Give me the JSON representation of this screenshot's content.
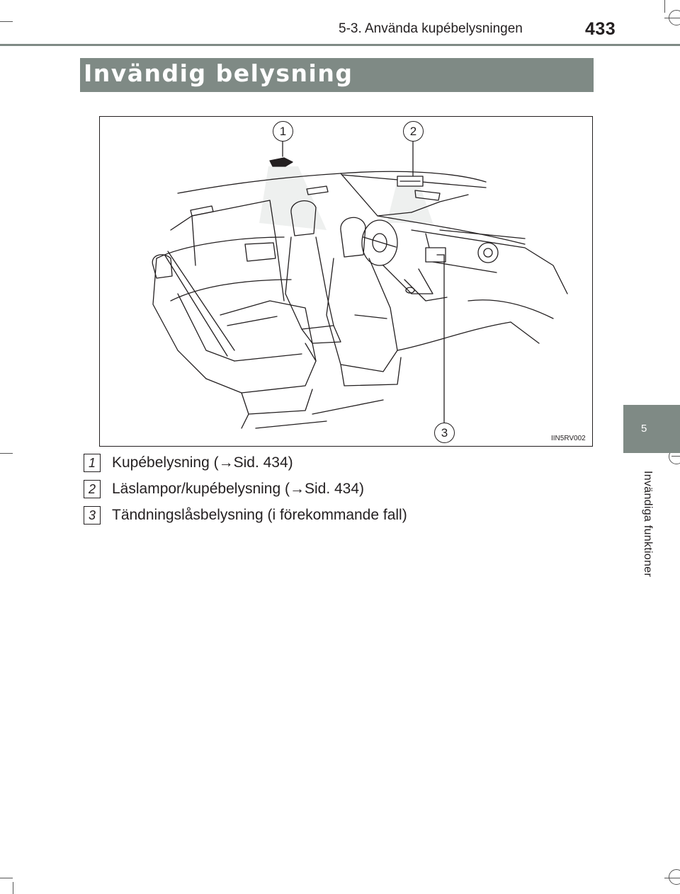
{
  "header": {
    "section_title": "5-3. Använda kupébelysningen",
    "page_number": "433"
  },
  "title": "Invändig belysning",
  "side_tab": {
    "chapter_number": "5",
    "chapter_label": "Invändiga funktioner"
  },
  "figure": {
    "code": "IIN5RV002",
    "callouts": [
      "1",
      "2",
      "3"
    ]
  },
  "legend": [
    {
      "number": "1",
      "text": "Kupébelysning (→Sid. 434)"
    },
    {
      "number": "2",
      "text": "Läslampor/kupébelysning (→Sid. 434)"
    },
    {
      "number": "3",
      "text": "Tändningslåsbelysning (i förekommande fall)"
    }
  ],
  "colors": {
    "accent_gray": "#7f8a85",
    "text": "#231f20",
    "background": "#ffffff"
  }
}
